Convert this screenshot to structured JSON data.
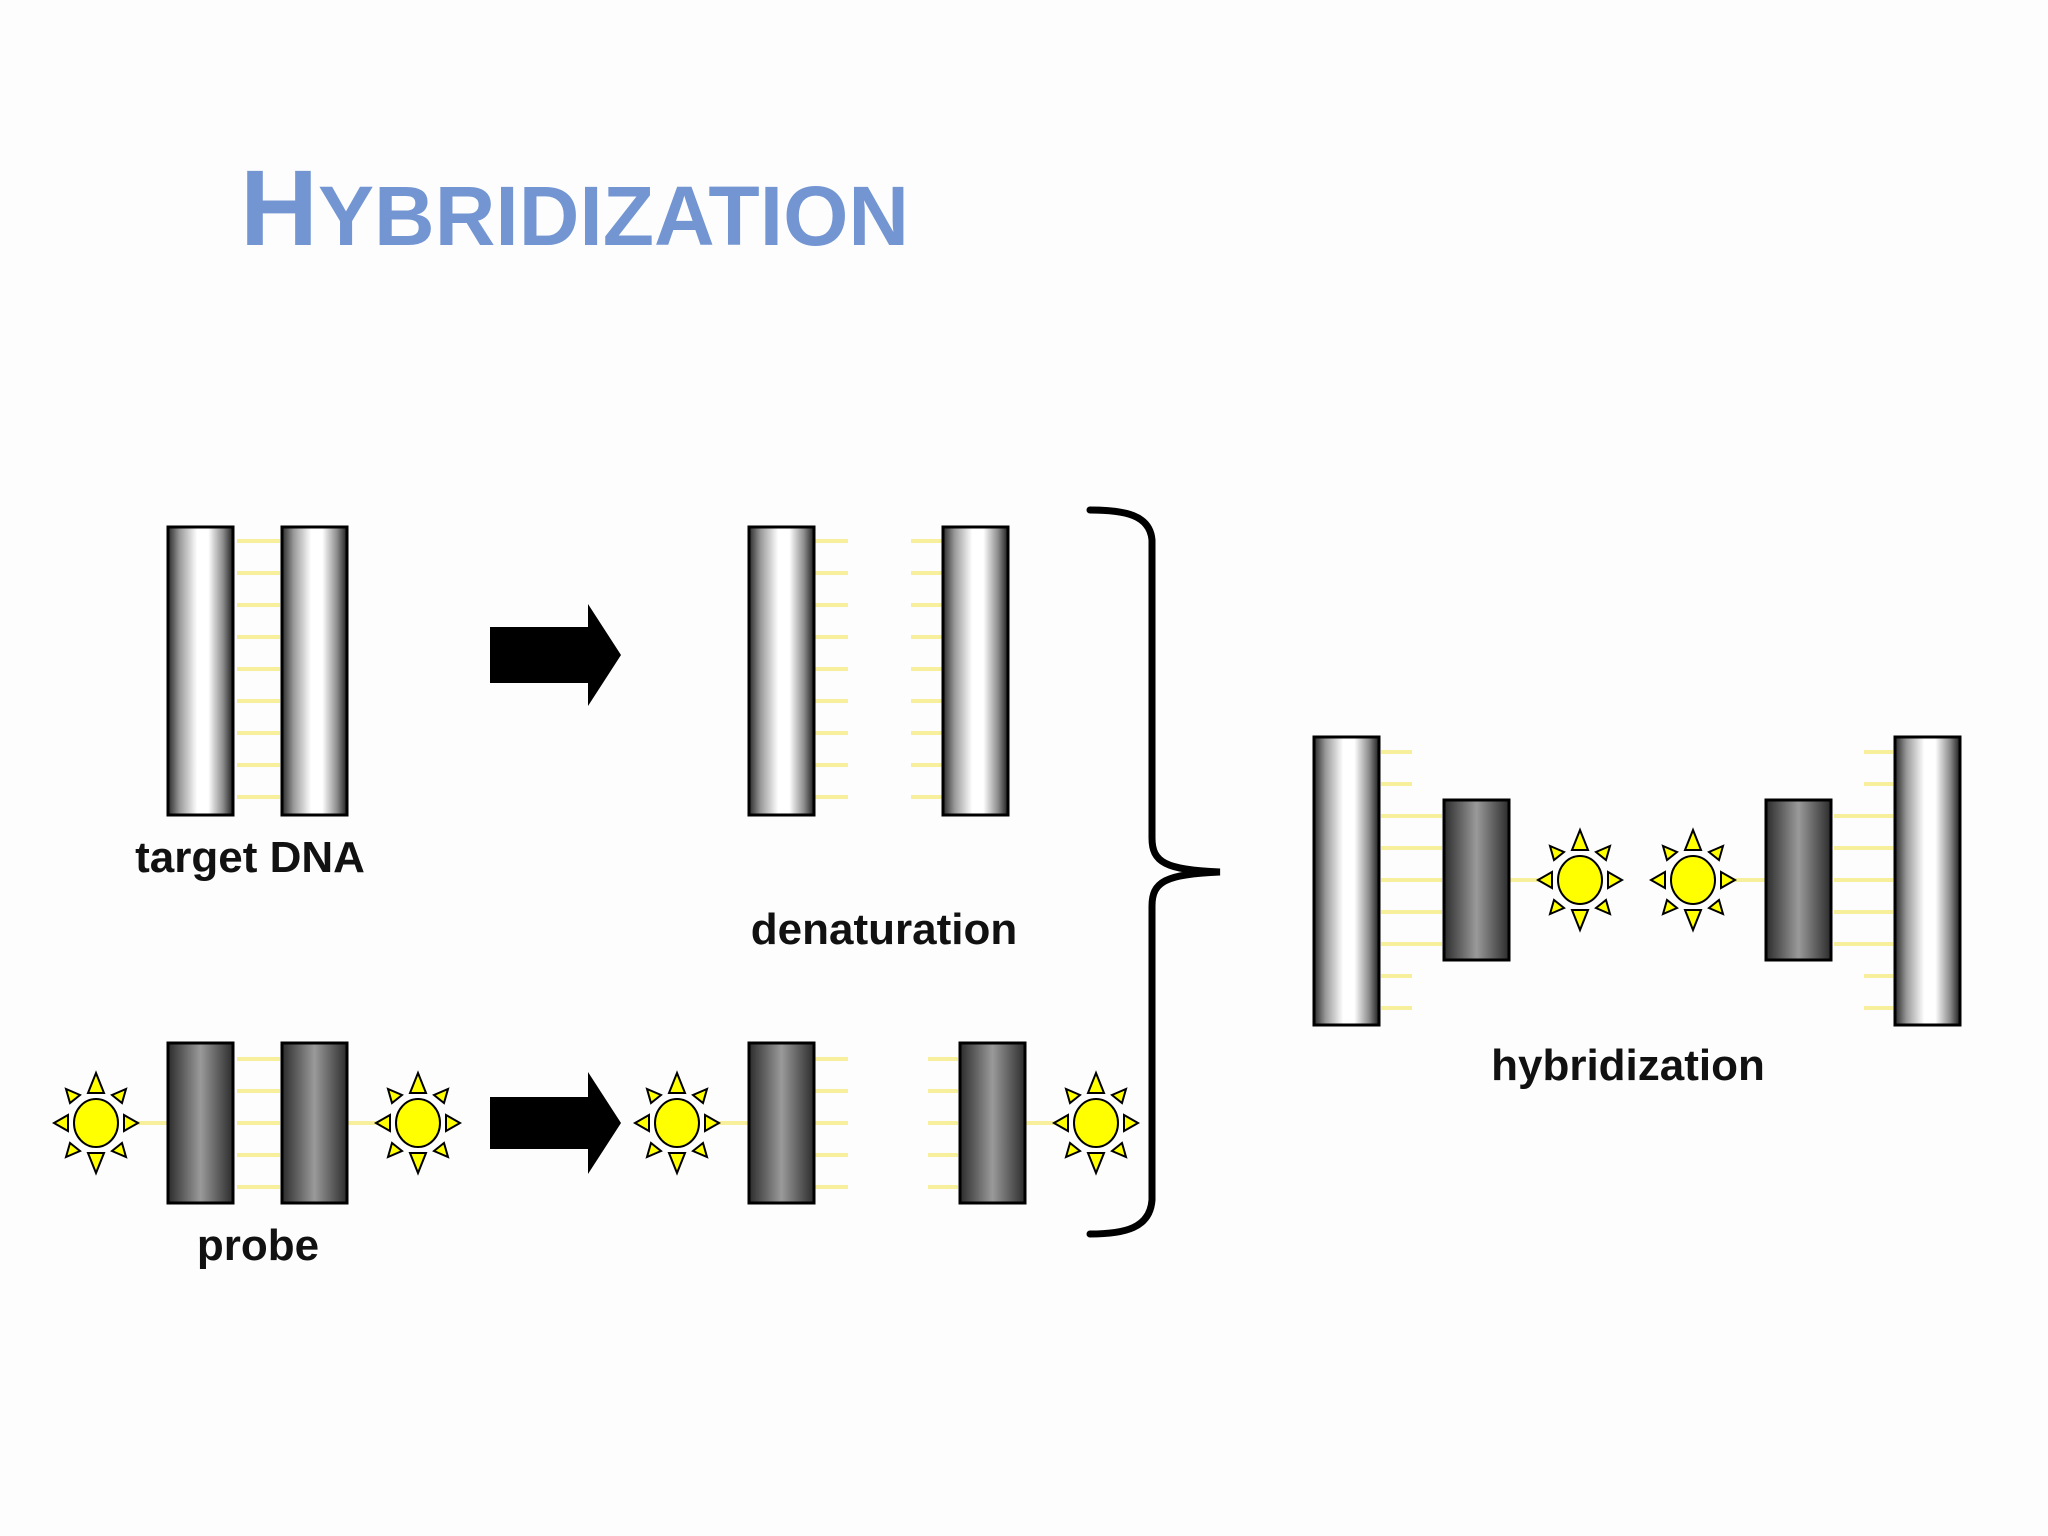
{
  "slide": {
    "title": "Hybridization"
  },
  "labels": {
    "target": "target DNA",
    "probe": "probe",
    "denaturation": "denaturation",
    "hybridization": "hybridization"
  },
  "colors": {
    "title": "#7396d3",
    "light_strand": "#ffffff",
    "dark_strand": "#4a4a4a",
    "bond": "#f8ef9c",
    "label_sun": "#ffff00",
    "arrow": "#000000"
  }
}
